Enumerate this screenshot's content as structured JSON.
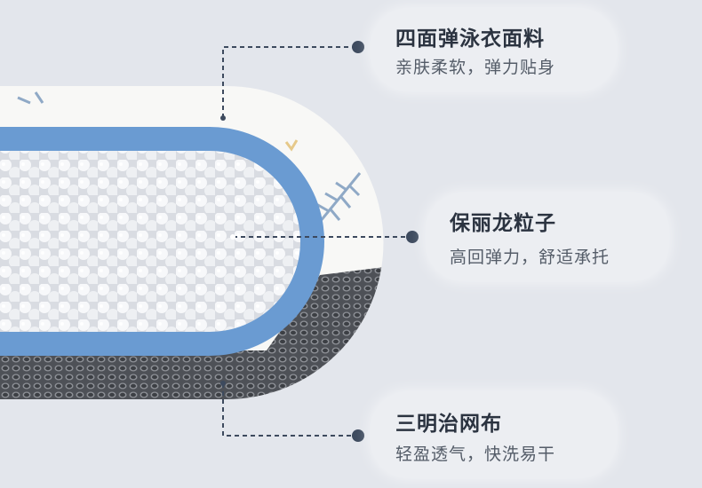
{
  "labels": [
    {
      "title": "四面弹泳衣面料",
      "subtitle": "亲肤柔软，弹力贴身"
    },
    {
      "title": "保丽龙粒子",
      "subtitle": "高回弹力，舒适承托"
    },
    {
      "title": "三明治网布",
      "subtitle": "轻盈透气，快洗易干"
    }
  ],
  "colors": {
    "background": "#e3e6ec",
    "band": "#6a9bd2",
    "mesh": "#5a5d63",
    "leader": "#3d4a5e"
  }
}
